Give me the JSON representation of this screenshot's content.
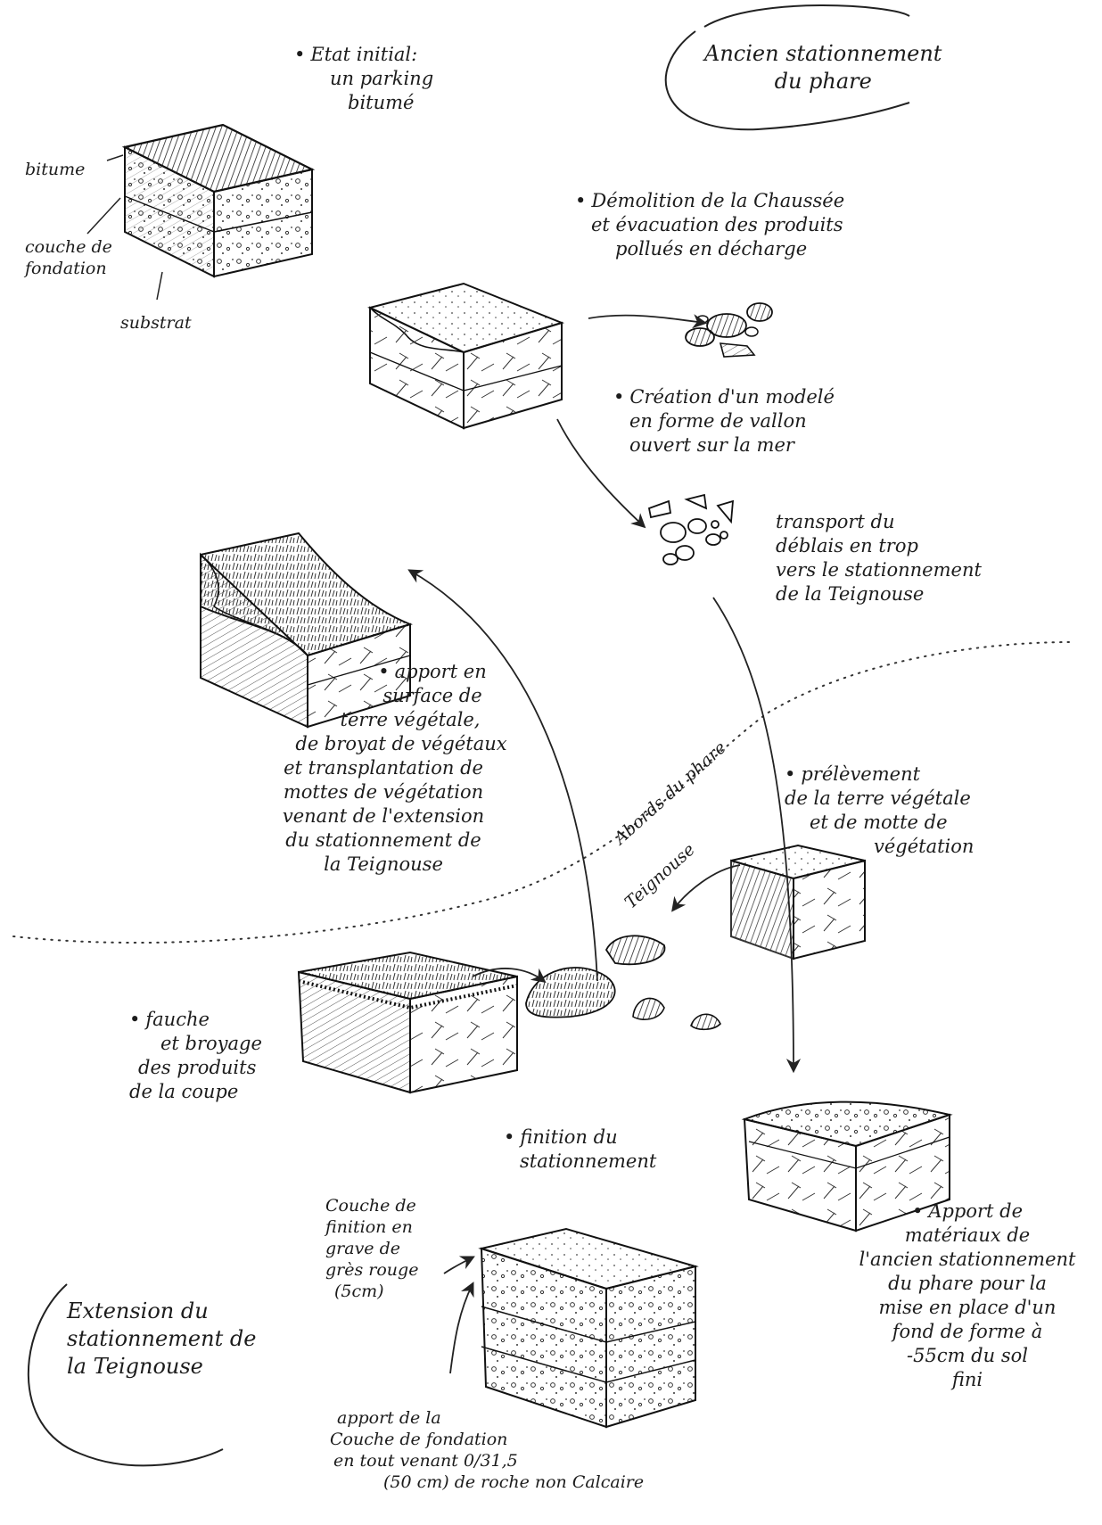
{
  "title_top": {
    "lines": [
      "Ancien stationnement",
      "du phare"
    ]
  },
  "title_bottom": {
    "lines": [
      "Extension du",
      "stationnement de",
      "la Teignouse"
    ]
  },
  "zone_label": {
    "upper": "Abords du phare",
    "lower": "Teignouse"
  },
  "steps": {
    "etat_initial": {
      "lines": [
        "Etat initial:",
        "un parking",
        "bitumé"
      ]
    },
    "demolition": {
      "lines": [
        "Démolition de la Chaussée",
        "et évacuation des produits",
        "pollués en décharge"
      ]
    },
    "creation": {
      "lines": [
        "Création d'un modelé",
        "en forme de vallon",
        "ouvert sur la mer"
      ]
    },
    "transport": {
      "lines": [
        "transport du",
        "déblais en trop",
        "vers le stationnement",
        "de la Teignouse"
      ]
    },
    "apport_surface": {
      "lines": [
        "apport en",
        "surface de",
        "terre végétale,",
        "de broyat de végétaux",
        "et transplantation de",
        "mottes de végétation",
        "venant de l'extension",
        "du stationnement de",
        "la Teignouse"
      ]
    },
    "prelevement": {
      "lines": [
        "prélèvement",
        "de la terre végétale",
        "et de motte de",
        "végétation"
      ]
    },
    "fauche": {
      "lines": [
        "fauche",
        "et broyage",
        "des produits",
        "de la coupe"
      ]
    },
    "finition": {
      "lines": [
        "finition du",
        "stationnement"
      ]
    },
    "apport_materiaux": {
      "lines": [
        "Apport de",
        "matériaux de",
        "l'ancien stationnement",
        "du phare pour la",
        "mise en place d'un",
        "fond de forme à",
        "-55cm du sol",
        "fini"
      ]
    }
  },
  "layer_labels": {
    "bitume": "bitume",
    "couche_fondation": [
      "couche de",
      "fondation"
    ],
    "substrat": "substrat",
    "couche_finition": [
      "Couche de",
      "finition en",
      "grave de",
      "grès rouge",
      "(5cm)"
    ],
    "apport_fondation": [
      "apport de la",
      "Couche de fondation",
      "en tout venant 0/31,5",
      "(50 cm) de roche non Calcaire"
    ]
  }
}
